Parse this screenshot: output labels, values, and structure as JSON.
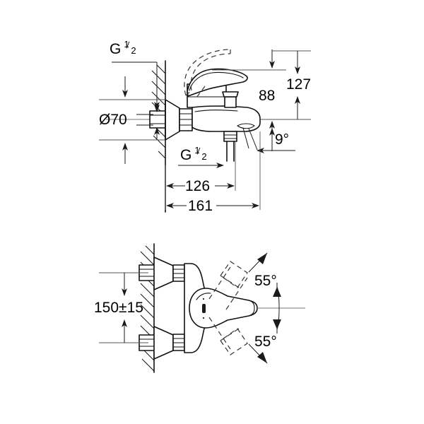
{
  "page": {
    "title": "Bath mixer technical dimension drawing",
    "background_color": "#ffffff",
    "line_color": "#111111",
    "text_color": "#1a1a1a"
  },
  "views": [
    {
      "name": "side-elevation",
      "labels": {
        "thread_top": {
          "text": "G",
          "fraction_numerator": "1",
          "fraction_denominator": "2"
        },
        "diameter": "Ø70",
        "height_spout": "88",
        "height_total": "127",
        "thread_bottom": {
          "text": "G",
          "fraction_numerator": "1",
          "fraction_denominator": "2"
        },
        "angle_spout": "9°",
        "depth_inner": "126",
        "depth_outer": "161"
      }
    },
    {
      "name": "front-elevation",
      "labels": {
        "centre_distance": "150±15",
        "lever_angle_up": "55°",
        "lever_angle_down": "55°"
      }
    }
  ],
  "dimensions": {
    "diameter_escutcheon_mm": 70,
    "spout_height_mm": 88,
    "total_height_mm": 127,
    "spout_angle_deg": 9,
    "projection_inner_mm": 126,
    "projection_outer_mm": 161,
    "connection_centres_mm": 150,
    "connection_centres_tolerance_mm": 15,
    "lever_swivel_deg": 55,
    "thread_size": "G 1/2"
  }
}
